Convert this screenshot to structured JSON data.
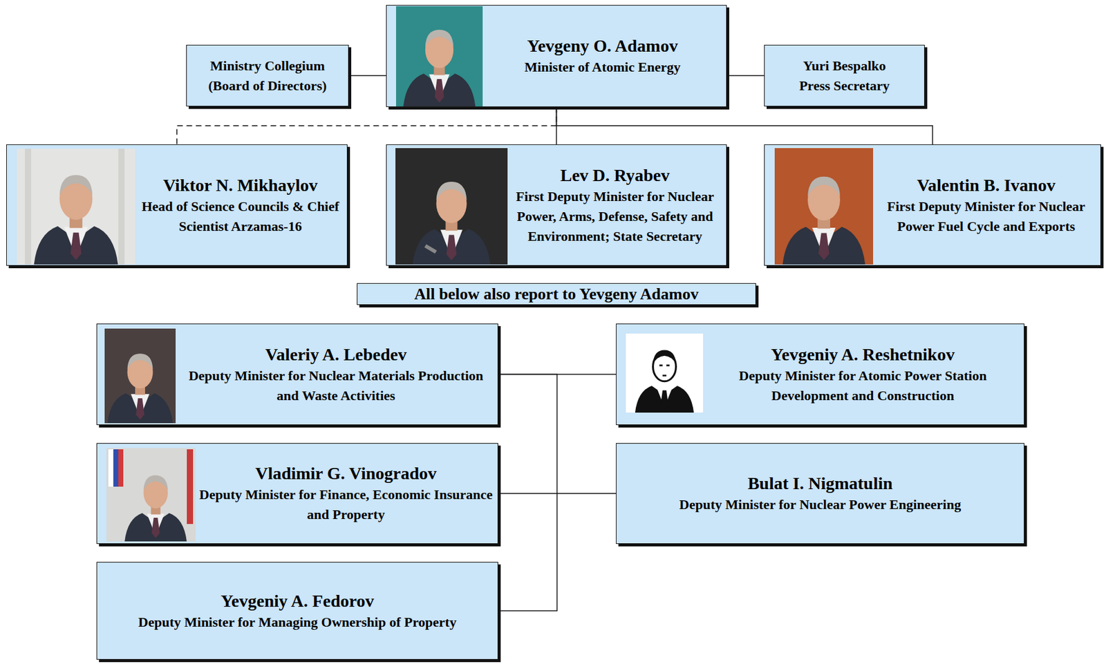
{
  "diagram": {
    "nodes": [
      {
        "text": [
          "Ministry Collegium (Board of Directors)"
        ]
      },
      {
        "text": [
          "Yevgeny O. Adamov",
          "Minister of Atomic Energy"
        ]
      },
      {
        "text": [
          "Yuri Bespalko",
          "Press Secretary"
        ]
      },
      {
        "text": [
          "Viktor N. Mikhaylov",
          "Head of Science Councils & Chief Scientist Arzamas-16"
        ]
      },
      {
        "text": [
          "Lev D. Ryabev",
          "First Deputy Minister for Nuclear Power, Arms, Defense, Safety and Environment; State Secretary"
        ]
      },
      {
        "text": [
          "Valentin B. Ivanov",
          "First Deputy Minister for Nuclear Power Fuel Cycle and Exports"
        ]
      },
      {
        "text": [
          "All below also report to Yevgeny Adamov"
        ]
      },
      {
        "text": [
          "Valeriy A. Lebedev",
          "Deputy Minister for Nuclear Materials Production and Waste Activities"
        ]
      },
      {
        "text": [
          "Yevgeniy A. Reshetnikov",
          "Deputy Minister for Atomic Power Station Development and Construction"
        ]
      },
      {
        "text": [
          "Vladimir G. Vinogradov",
          "Deputy Minister for Finance, Economic Insurance and Property"
        ]
      },
      {
        "text": [
          "Bulat I. Nigmatulin",
          "Deputy Minister for Nuclear Power Engineering"
        ]
      },
      {
        "text": [
          "Yevgeniy A. Fedorov",
          "Deputy Minister for Managing Ownership of Property"
        ]
      }
    ],
    "edges": [
      {
        "from": 0,
        "to": 1,
        "arrow": "none"
      },
      {
        "from": 1,
        "to": 2,
        "arrow": "none"
      },
      {
        "from": 1,
        "to": 3,
        "arrow": "none"
      },
      {
        "from": 1,
        "to": 4,
        "arrow": "none"
      },
      {
        "from": 1,
        "to": 5,
        "arrow": "none"
      },
      {
        "from": 7,
        "to": 8,
        "arrow": "none"
      },
      {
        "from": 9,
        "to": 10,
        "arrow": "none"
      },
      {
        "from": 7,
        "to": 11,
        "arrow": "none"
      }
    ]
  }
}
